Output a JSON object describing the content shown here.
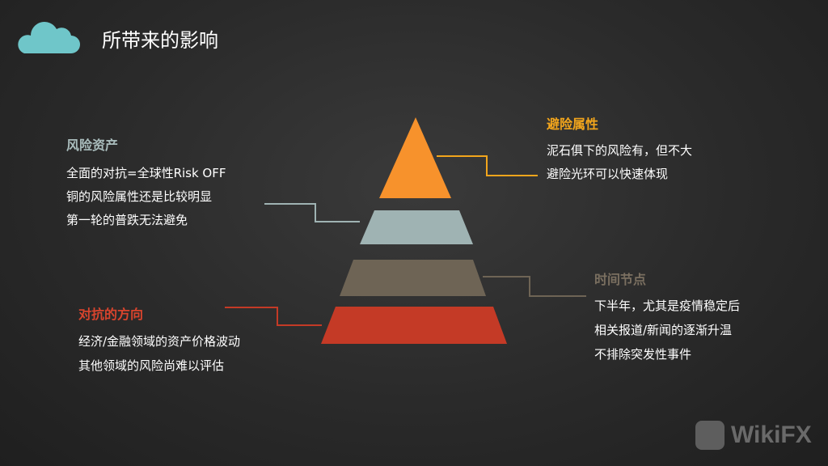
{
  "title": "所带来的影响",
  "colors": {
    "orange": "#f7922c",
    "slate": "#9fb3b3",
    "brown": "#6e6455",
    "red": "#c43a26",
    "accent_orange": "#f2a51c",
    "cloud": "#6fc6c9"
  },
  "blocks": {
    "safe_haven": {
      "heading": "避险属性",
      "lines": [
        "泥石俱下的风险有，但不大",
        "避险光环可以快速体现"
      ]
    },
    "risk_assets": {
      "heading": "风险资产",
      "lines": [
        "全面的对抗=全球性Risk  OFF",
        "铜的风险属性还是比较明显",
        "第一轮的普跌无法避免"
      ]
    },
    "timing": {
      "heading": "时间节点",
      "lines": [
        "下半年，尤其是疫情稳定后",
        "相关报道/新闻的逐渐升温",
        "不排除突发性事件"
      ]
    },
    "direction": {
      "heading": "对抗的方向",
      "lines": [
        "经济/金融领域的资产价格波动",
        "其他领域的风险尚难以评估"
      ]
    }
  },
  "watermark": "WikiFX"
}
